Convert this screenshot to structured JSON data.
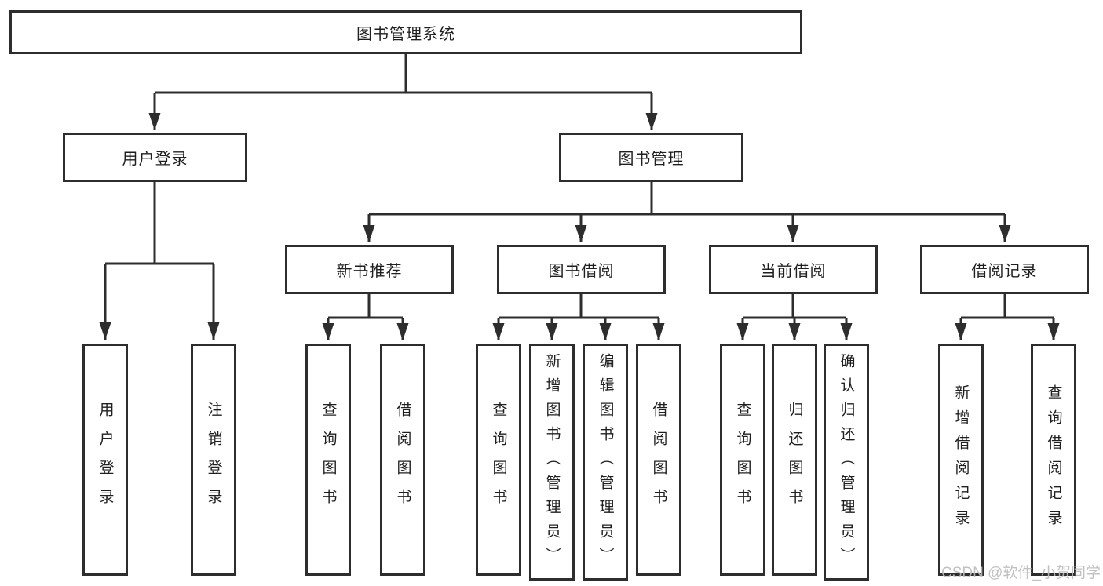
{
  "tree": {
    "label": "图书管理系统",
    "children": [
      {
        "label": "用户登录",
        "children": [
          {
            "label": "用户登录"
          },
          {
            "label": "注销登录"
          }
        ]
      },
      {
        "label": "图书管理",
        "children": [
          {
            "label": "新书推荐",
            "children": [
              {
                "label": "查询图书"
              },
              {
                "label": "借阅图书"
              }
            ]
          },
          {
            "label": "图书借阅",
            "children": [
              {
                "label": "查询图书"
              },
              {
                "label": "新增图书（管理员）"
              },
              {
                "label": "编辑图书（管理员）"
              },
              {
                "label": "借阅图书"
              }
            ]
          },
          {
            "label": "当前借阅",
            "children": [
              {
                "label": "查询图书"
              },
              {
                "label": "归还图书"
              },
              {
                "label": "确认归还（管理员）"
              }
            ]
          },
          {
            "label": "借阅记录",
            "children": [
              {
                "label": "新增借阅记录"
              },
              {
                "label": "查询借阅记录"
              }
            ]
          }
        ]
      }
    ]
  },
  "watermark": "CSDN @软件_小贺同学",
  "colors": {
    "line": "#2d2d2d",
    "box_border": "#2d2d2d",
    "text": "#1f1f1f",
    "watermark": "#bcbcbc",
    "background": "#ffffff"
  }
}
